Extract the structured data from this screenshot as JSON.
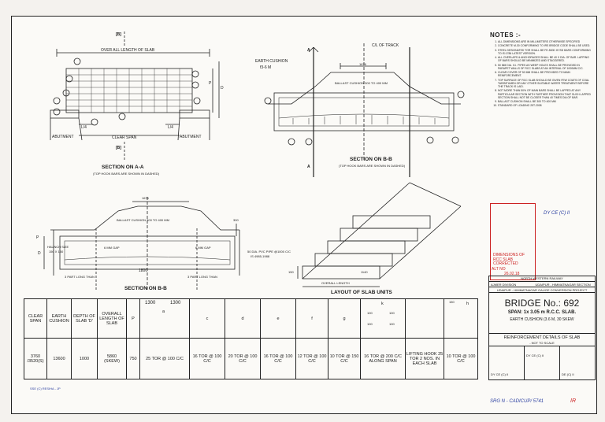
{
  "notes": {
    "title": "NOTES :-",
    "items": [
      "ALL DIMENSIONS ARE IN MILLIMETERS OTHERWISE SPECIFIED",
      "CONCRETE M-30 CONFORMING TO IRS BRIDGE CODE SHALL BE USED.",
      "STEEL DESIGNATED TOR SHALL BE FE-500D HYSD BARS CONFORMING TO IS:1786 LATEST VERSION.",
      "ALL OVERLAPS & ANCHORAGES SHALL BE 40 X DIA. OF BAR. LAPPING OF BARS SHOULD BE MINIMIZED AND STAGGERED.",
      "50 MM DIA. G.I. PIPES AS WEEP HOLES SHALL BE PROVIDED IN PARAPET WALLS OF RCC SLABS AT AN INTERVAL OF 1000MM C/C.",
      "CLEAR COVER OF 50 MM SHALL BE PROVIDED TO MAIN REINFORCEMENT.",
      "TOP SURFACE OF RCC SLAB SHOULD BE GIVEN FEW COATS OF COAL TAR/BITUMEN OR ANY OTHER SUITABLE WATER TREATMENT BEFORE THE TRACK IS LAID.",
      "NOT MORE THAN 50% OF MAIN BARS SHALL BE LAPPED AT ANY PARTICULAR SECTION WITH FURTHER PROVISION THAT SUCH LAPPED SECTION SHALL NOT BE CLOSER THAN 40 TIMES DIA OF BAR.",
      "BALLAST CUSHION SHALL BE 300 TO 400 MM",
      "STANDARD OF LOADING 25T-2008"
    ]
  },
  "views": {
    "section_aa": {
      "title": "SECTION ON A-A",
      "note": "(TOP HOOK BARS ARE SHOWN IN DASHED)",
      "overall_length": "OVER ALL LENGTH OF SLAB",
      "clear_span": "CLEAR SPAN",
      "abutment_left": "ABUTMENT",
      "abutment_right": "ABUTMENT",
      "l4_left": "L/4",
      "l4_right": "L/4",
      "b_top": "[B]",
      "b_bottom": "[B]",
      "p_label": "P",
      "d_label": "D"
    },
    "section_bb_top": {
      "title": "SECTION ON B-B",
      "note": "(TOP HOOK BARS ARE SHOWN IN DASHED)",
      "earth_cushion": "EARTH CUSHION",
      "earth_cushion_value": "f3-6 M",
      "cl_track": "C/L OF TRACK",
      "ballast": "BALLAST CUSHION 300 TO 400 MM",
      "dim_top": "1676",
      "a_left": "A",
      "a_right": "A"
    },
    "section_bb_bottom": {
      "title": "SECTION ON B-B",
      "ballast": "BALLAST CUSHION 300 TO 400 MM",
      "dim_top": "1676",
      "dim_300": "300",
      "pipe": "50 DIA. PVC PIPE @1000 C/C",
      "pipe_std": "IS 4985-1988",
      "haunch": "HAUNCH SIZE",
      "haunch_dim": "150 X 150",
      "gap_left": "6 MM GAP",
      "gap_right": "6 MM GAP",
      "bar_note_left": "3 PART LONG THAN",
      "bar_note_right": "3 PART LONG THAN",
      "dim_1800": "1800",
      "p_label": "P",
      "d_label": "D"
    },
    "layout": {
      "title": "LAYOUT OF SLAB UNITS",
      "overall_length": "OVERALL LENGTH",
      "dim_150": "150",
      "dim_1140": "1140"
    }
  },
  "schedule": {
    "headers": [
      "CLEAR SPAN",
      "EARTH CUSHION",
      "DEPTH OF SLAB 'D'",
      "OVERALL LENGTH OF SLAB",
      "P",
      "a",
      "c",
      "d",
      "e",
      "f",
      "g",
      "k",
      "",
      "h"
    ],
    "a_dims": [
      "1300",
      "1300"
    ],
    "k_dims": [
      "100",
      "100",
      "100",
      "100"
    ],
    "h_dims": [
      "150"
    ],
    "row": {
      "clear_span": "3760",
      "clear_span_extra": "/3520(S)",
      "earth_cushion": "13600",
      "depth": "1000",
      "overall_length": "5860",
      "overall_length_extra": "(SKEW)",
      "p": "750",
      "a": "25 TOR @ 100 C/C",
      "c": "16 TOR @ 100 C/C",
      "d": "20 TOR @ 100 C/C",
      "e": "16 TOR @ 100 C/C",
      "f": "12 TOR @ 100 C/C",
      "g": "10 TOR @ 150 C/C",
      "k": "16 TOR @ 200 C/C ALONG SPAN",
      "lift": "LIFTING HOOK 25 TOR 2 NOS. IN EACH SLAB",
      "h": "10 TOR @ 100 C/C"
    }
  },
  "title_block": {
    "railway": "NORTH WESTERN RAILWAY",
    "division": "AJMER DIVISION",
    "project": "UDAIPUR - HIMMATNAGAR GAUGE CONVERSION PROJECT",
    "location": "UDAIPUR - HIMMATNAGAR SECTION",
    "bridge": "BRIDGE No.: 692",
    "span": "SPAN: 1x 3.05 m R.C.C. SLAB.",
    "cushion": "EARTH CUSHION (3.6 M, 30 SKEW",
    "drawing_title": "REINFORCEMENT DETAILS OF SLAB",
    "scale": "- NOT TO SCALE",
    "sign_left": "DY CE (C) II",
    "sign_mid": "DY CE (C) II",
    "sign_right": "DE (C) II",
    "footer_ref": "SRG N - CADICUP/ 5741",
    "footer_note": "IR"
  },
  "annotations": {
    "corrected": "DIMENSIONS OF RCC SLAB CORRECTED",
    "alt": "ALT NO",
    "alt_date": "26.02.18",
    "stamp": "DY CE (C) II",
    "corner": "SSE (C) RESIHA - JP"
  },
  "colors": {
    "ink": "#1a1a1a",
    "red": "#c22222",
    "blue": "#2a3ea0",
    "paper": "#fbfaf7"
  }
}
